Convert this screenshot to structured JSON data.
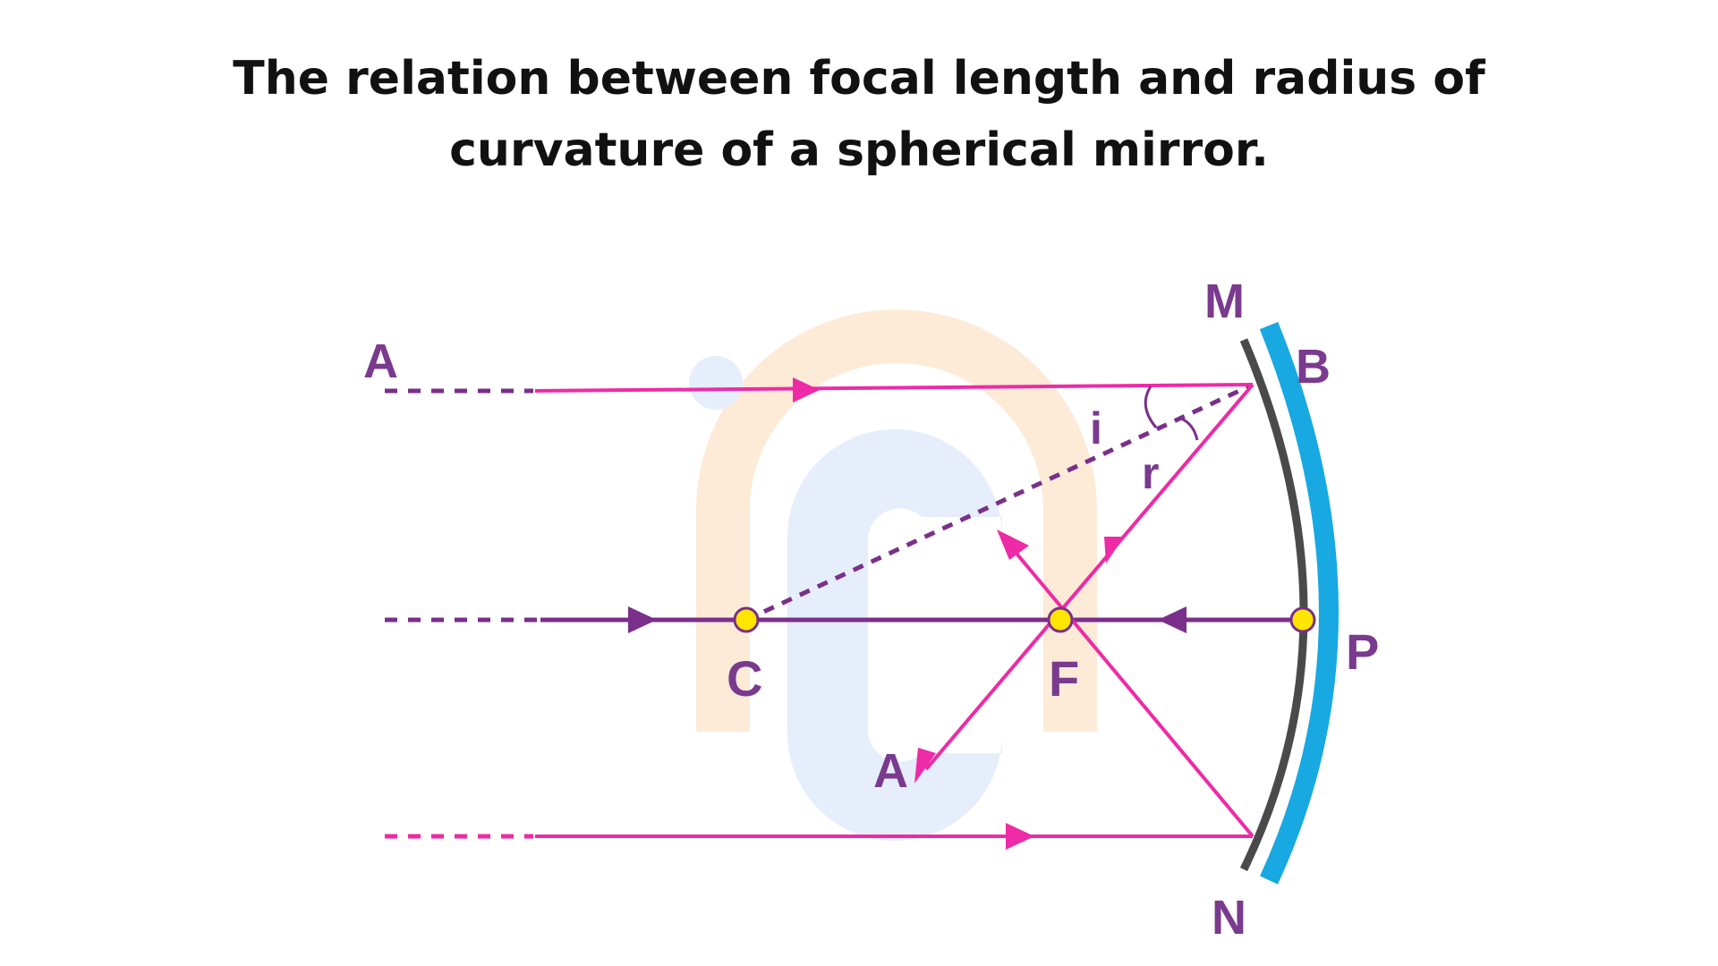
{
  "title": {
    "line1": "The relation between focal length and radius of",
    "line2": "curvature of a spherical mirror."
  },
  "labels": {
    "A_top": "A",
    "A_bottom": "A",
    "M": "M",
    "N": "N",
    "B": "B",
    "P": "P",
    "C": "C",
    "F": "F",
    "i": "i",
    "r": "r"
  },
  "colors": {
    "ray": "#ee2aa6",
    "axis": "#7a2f8a",
    "label": "#7a3a8e",
    "mirror_front": "#4a4a4a",
    "mirror_back": "#18a8e2",
    "point_fill": "#ffe600",
    "watermark_orange": "#fdebd8",
    "watermark_blue": "#e6eefb"
  }
}
